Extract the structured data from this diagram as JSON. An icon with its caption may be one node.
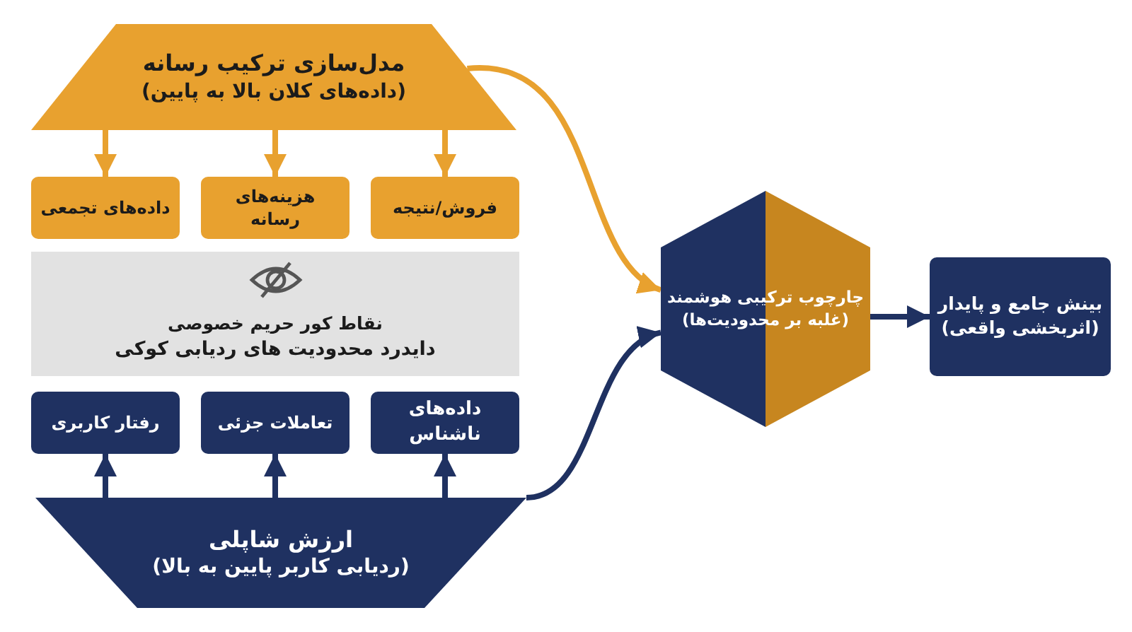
{
  "diagram": {
    "nodes": [
      {
        "text": [
          "مدل‌سازی ترکیب رسانه",
          "(داده‌های کلان بالا به پایین)"
        ]
      },
      {
        "text": [
          "فروش/نتیجه"
        ]
      },
      {
        "text": [
          "هزینه‌های رسانه"
        ]
      },
      {
        "text": [
          "داده‌های تجمعی"
        ]
      },
      {
        "text": [
          "نقاط کور حریم خصوصی",
          "دایدرد محدودیت های ردیابی کوکی"
        ]
      },
      {
        "text": [
          "داده‌های ناشناس"
        ]
      },
      {
        "text": [
          "تعاملات جزئی"
        ]
      },
      {
        "text": [
          "رفتار کاربری"
        ]
      },
      {
        "text": [
          "ارزش شاپلی",
          "(ردیابی کاربر پایین به بالا)"
        ]
      },
      {
        "text": [
          "چارچوب ترکیبی هوشمند",
          "(غلبه بر محدودیت‌ها)"
        ]
      },
      {
        "text": [
          "بینش جامع و پایدار",
          "(اثربخشی واقعی)"
        ]
      }
    ],
    "edges": [
      {
        "from": 0,
        "to": 1,
        "arrow": "to",
        "color": "#e8a12f"
      },
      {
        "from": 0,
        "to": 2,
        "arrow": "to",
        "color": "#e8a12f"
      },
      {
        "from": 0,
        "to": 3,
        "arrow": "to",
        "color": "#e8a12f"
      },
      {
        "from": 8,
        "to": 5,
        "arrow": "to"
      },
      {
        "from": 8,
        "to": 6,
        "arrow": "to"
      },
      {
        "from": 8,
        "to": 7,
        "arrow": "to"
      },
      {
        "from": 0,
        "to": 9,
        "arrow": "to",
        "color": "#e8a12f"
      },
      {
        "from": 8,
        "to": 9,
        "arrow": "to"
      },
      {
        "from": 9,
        "to": 10,
        "arrow": "to"
      }
    ]
  }
}
